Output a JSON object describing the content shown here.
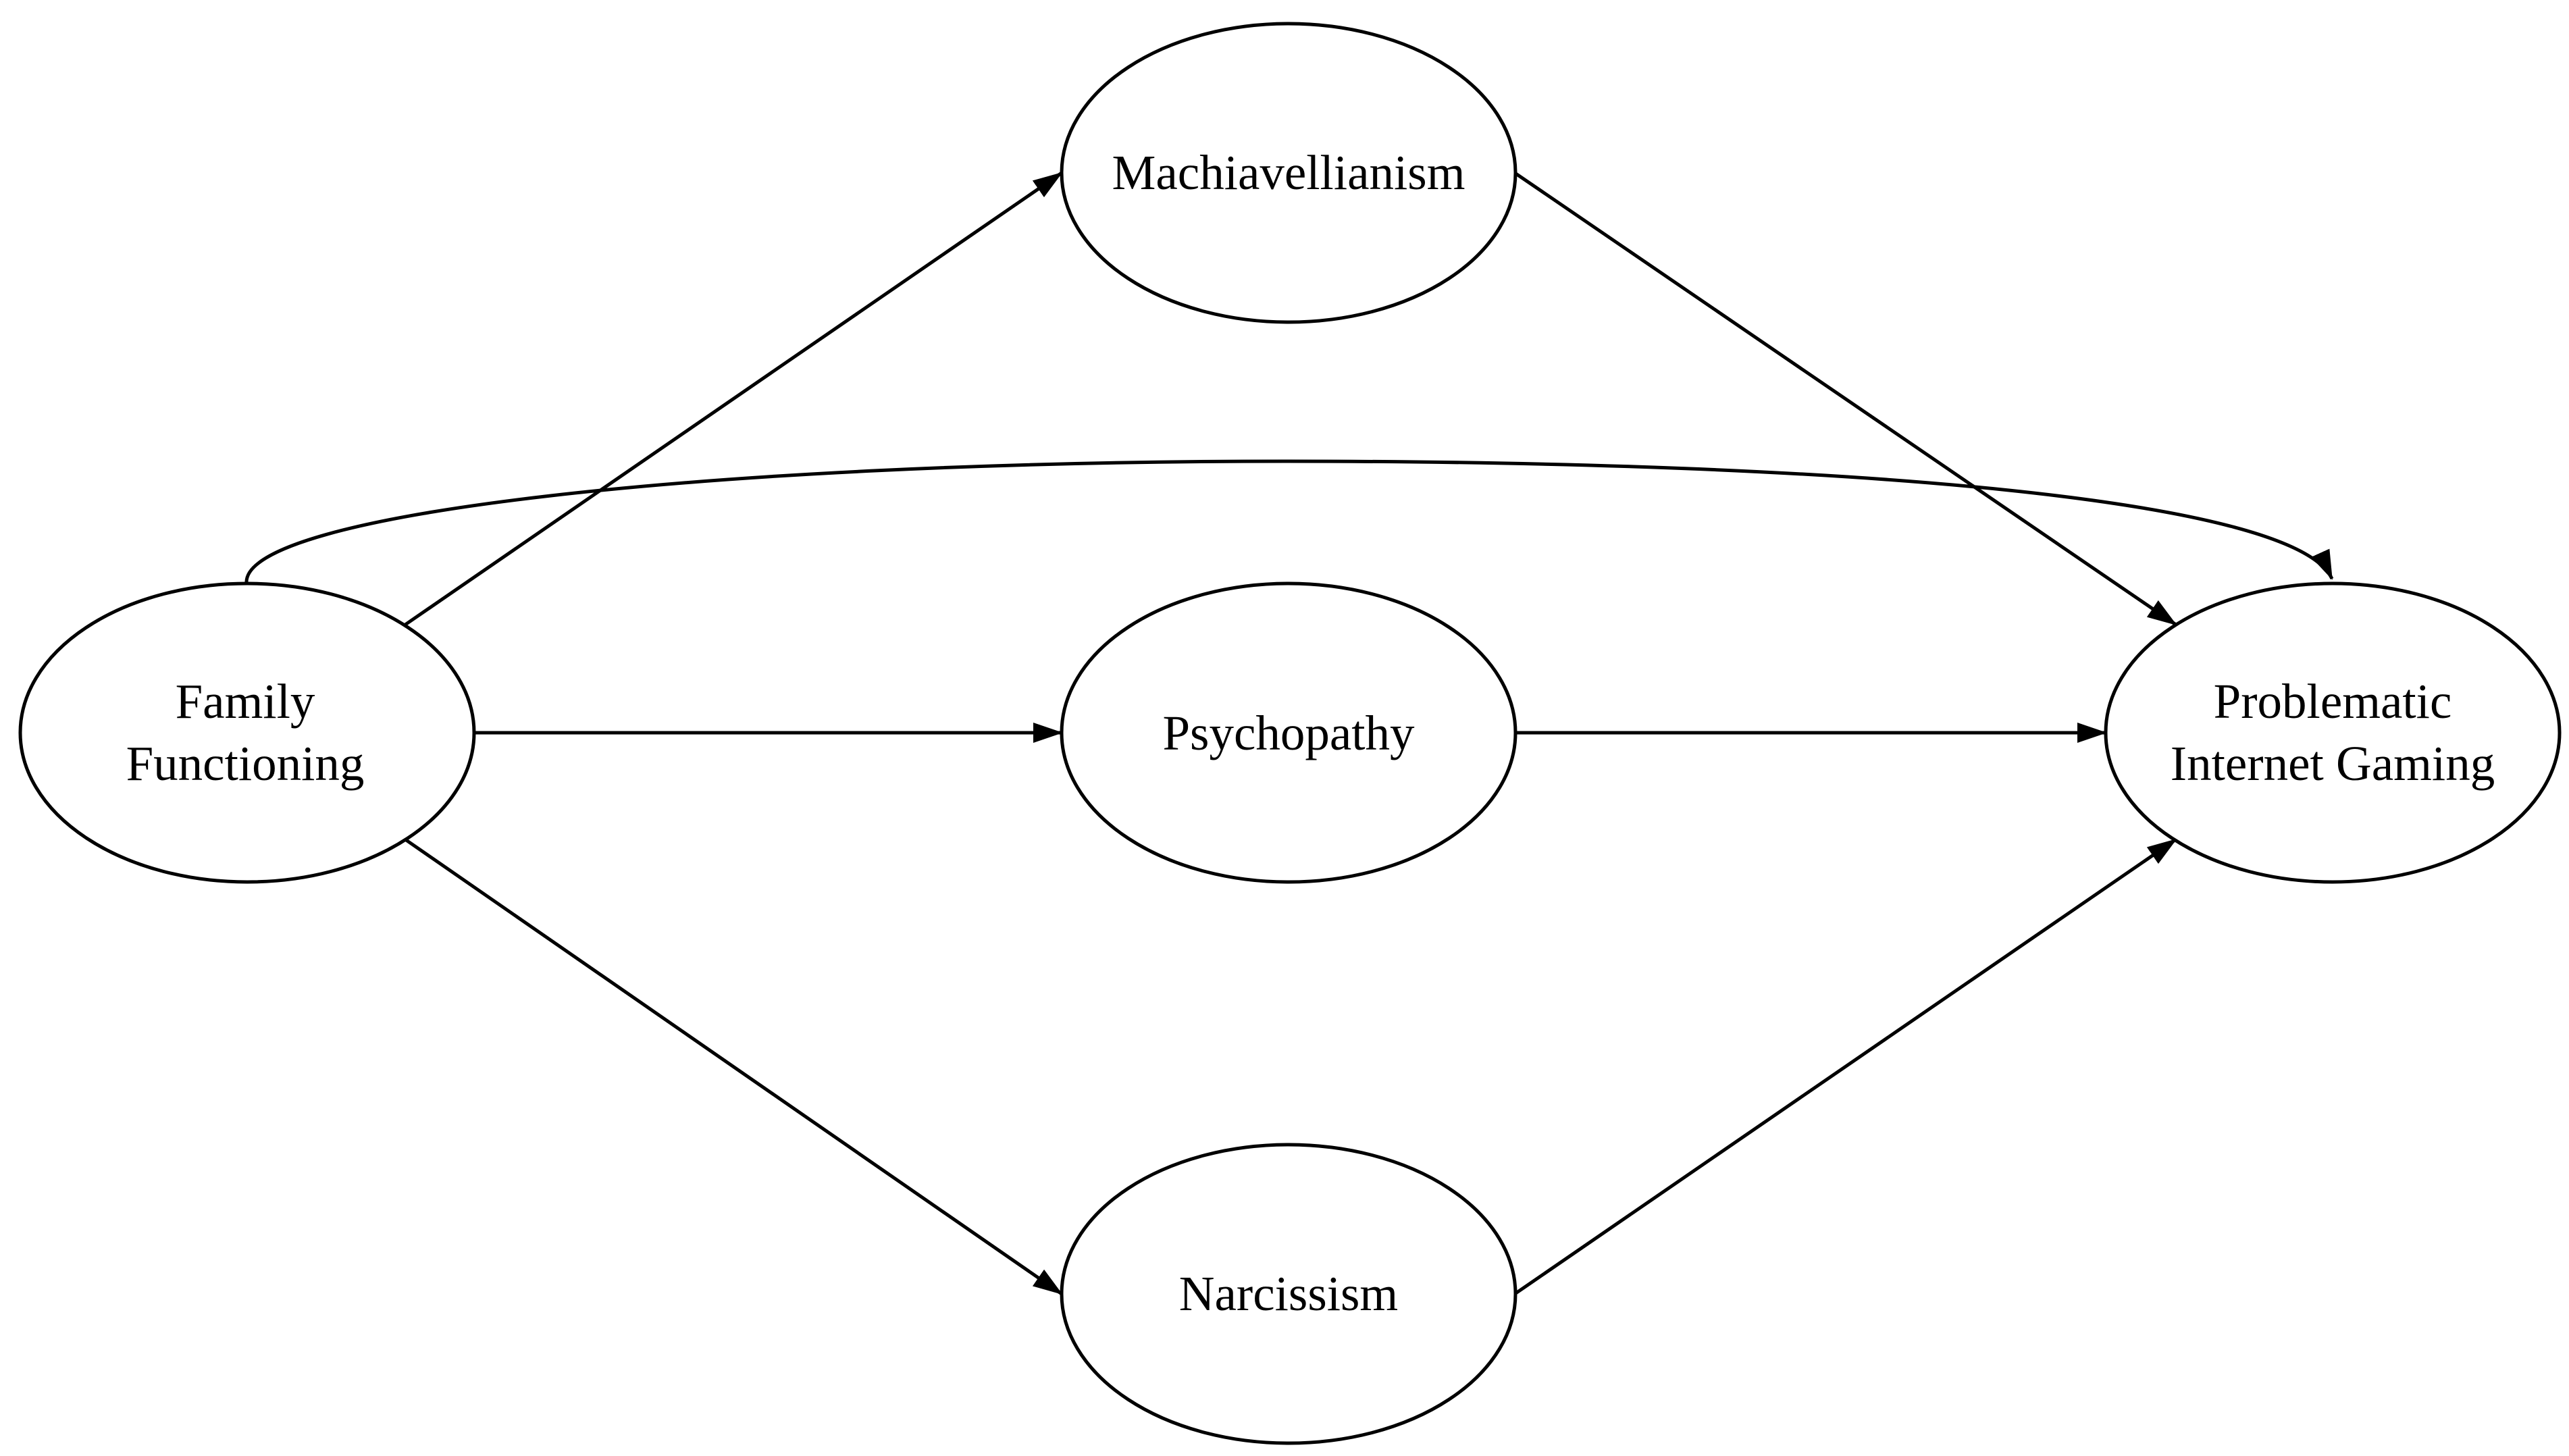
{
  "diagram": {
    "colors": {
      "stroke": "#000000",
      "fill": "#ffffff",
      "text": "#000000"
    },
    "nodes": {
      "family": {
        "line1": "Family",
        "line2": "Functioning"
      },
      "mach": {
        "label": "Machiavellianism"
      },
      "psycho": {
        "label": "Psychopathy"
      },
      "narc": {
        "label": "Narcissism"
      },
      "pig": {
        "line1": "Problematic",
        "line2": "Internet Gaming"
      }
    },
    "edges": [
      {
        "from": "Family Functioning",
        "to": "Machiavellianism"
      },
      {
        "from": "Family Functioning",
        "to": "Psychopathy"
      },
      {
        "from": "Family Functioning",
        "to": "Narcissism"
      },
      {
        "from": "Machiavellianism",
        "to": "Problematic Internet Gaming"
      },
      {
        "from": "Psychopathy",
        "to": "Problematic Internet Gaming"
      },
      {
        "from": "Narcissism",
        "to": "Problematic Internet Gaming"
      },
      {
        "from": "Family Functioning",
        "to": "Problematic Internet Gaming"
      }
    ]
  }
}
